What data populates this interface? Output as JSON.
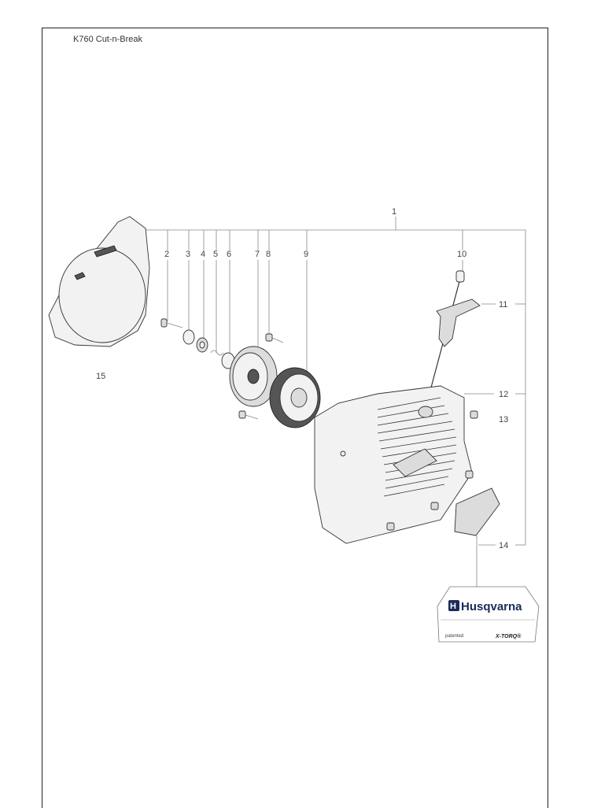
{
  "header": {
    "title": "K760 Cut-n-Break"
  },
  "labels": {
    "p1": "1",
    "p2": "2",
    "p3": "3",
    "p4": "4",
    "p5": "5",
    "p6": "6",
    "p7": "7",
    "p8": "8",
    "p9": "9",
    "p10": "10",
    "p11": "11",
    "p12": "12",
    "p13": "13",
    "p14": "14",
    "p15": "15"
  },
  "decal": {
    "brand": "Husqvarna",
    "left_text": "patented",
    "right_text": "X-TORQ®"
  },
  "colors": {
    "line": "#888888",
    "outline": "#333333",
    "brand": "#1a2a5a"
  }
}
